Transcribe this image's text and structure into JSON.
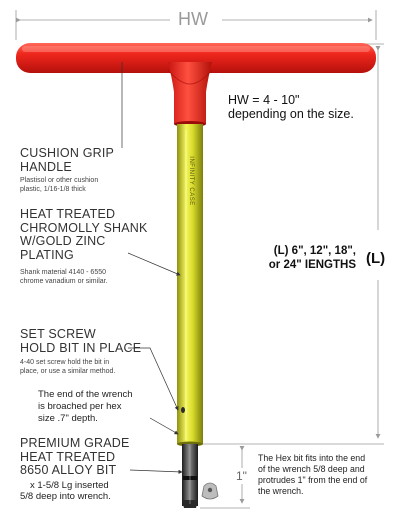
{
  "dimensions": {
    "hw": "HW",
    "hw_range": "HW = 4 - 10\"",
    "hw_note": "depending on the size.",
    "length_values": "(L) 6\", 12\", 18\",",
    "length_values_2": "or 24\" IENGTHS",
    "length_symbol": "(L)",
    "bit_protrusion": "1\""
  },
  "callouts": {
    "handle": {
      "title_1": "CUSHION GRIP",
      "title_2": "HANDLE",
      "detail_1": "Plastisol or other cushion",
      "detail_2": "plastic, 1/16-1/8 thick"
    },
    "shank": {
      "title_1": "HEAT TREATED",
      "title_2": "CHROMOLLY SHANK",
      "title_3": "W/GOLD ZINC",
      "title_4": "PLATING",
      "detail_1": "Shank material 4140 - 6550",
      "detail_2": "chrome vanadium or similar."
    },
    "set_screw": {
      "title_1": "SET SCREW",
      "title_2": "HOLD BIT IN PLACE",
      "detail_1": "4-40 set screw hold the bit in",
      "detail_2": "place, or use a similar method."
    },
    "broach": {
      "line_1": "The end of the wrench",
      "line_2": "is broached per hex",
      "line_3": "size .7\" depth."
    },
    "bit": {
      "title_1": "PREMIUM GRADE",
      "title_2": "HEAT TREATED",
      "title_3": "8650 ALLOY BIT",
      "detail_1": "x  1-5/8 Lg inserted",
      "detail_2": "5/8 deep into wrench."
    },
    "hex_fit": {
      "line_1": "The Hex bit fits into the end",
      "line_2": "of the wrench 5/8 deep and",
      "line_3": "protrudes 1\" from the end of",
      "line_4": "the wrench."
    }
  },
  "shank_marking": "INFINITY CASE",
  "colors": {
    "handle": "#e81e1e",
    "shank": "#e0e33a",
    "bit": "#3a3a3a",
    "dimension_line": "#9a9a9a"
  }
}
